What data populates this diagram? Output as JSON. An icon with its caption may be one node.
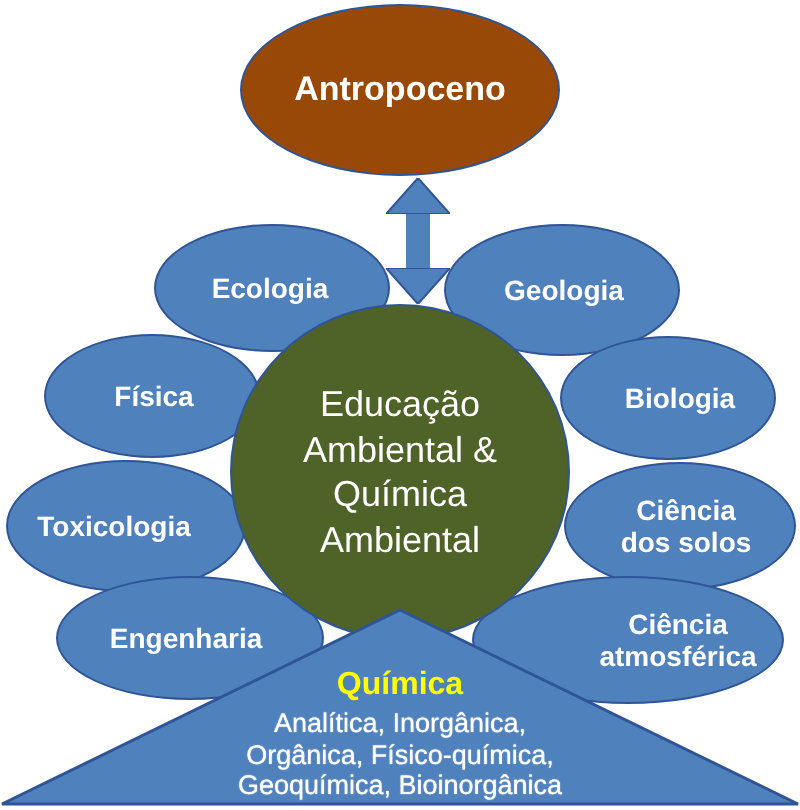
{
  "diagram": {
    "nodes": [
      {
        "text": [
          "Antropoceno"
        ]
      },
      {
        "text": [
          "Ecologia"
        ]
      },
      {
        "text": [
          "Geologia"
        ]
      },
      {
        "text": [
          "Física"
        ]
      },
      {
        "text": [
          "Biologia"
        ]
      },
      {
        "text": [
          "Toxicologia"
        ]
      },
      {
        "text": [
          "Ciência dos solos"
        ]
      },
      {
        "text": [
          "Engenharia"
        ]
      },
      {
        "text": [
          "Ciência atmosférica"
        ]
      },
      {
        "text": [
          "Educação Ambiental & Química Ambiental"
        ]
      },
      {
        "text": [
          "Química",
          "Analítica, Inorgânica, Orgânica, Físico-química, Geoquímica, Bioinorgânica"
        ]
      }
    ],
    "edges": [
      {
        "from": 0,
        "to": 9,
        "arrow": "both"
      }
    ]
  }
}
